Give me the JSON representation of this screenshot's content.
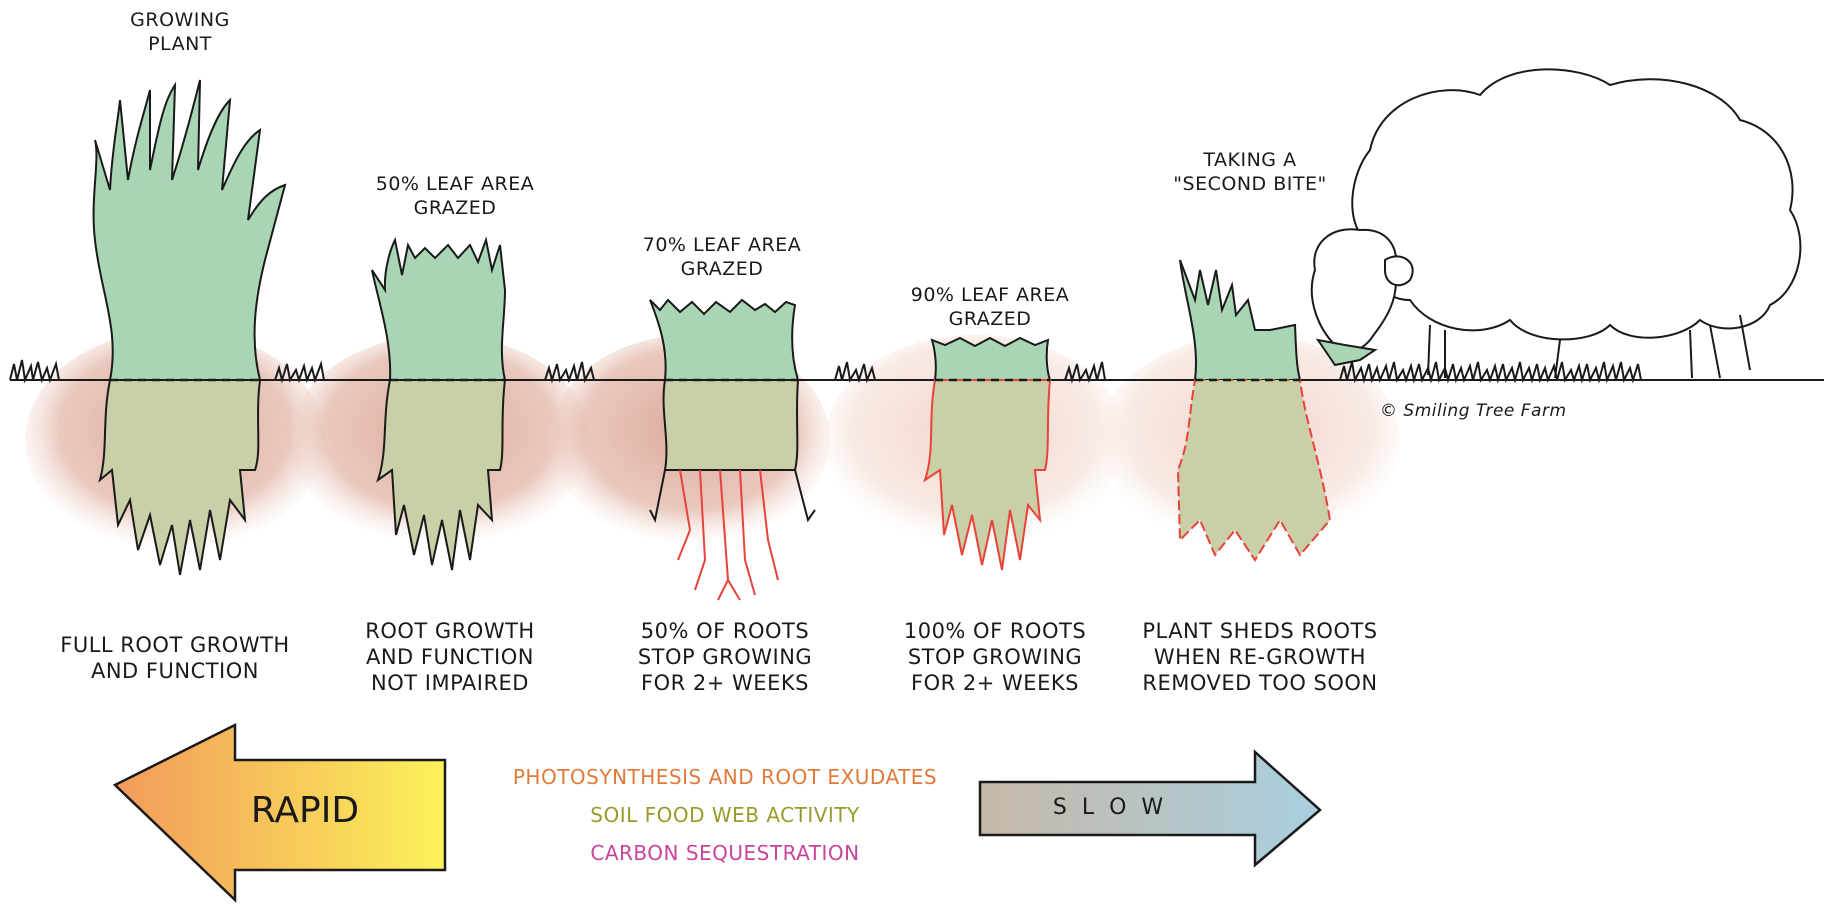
{
  "stages": [
    {
      "id": "growing",
      "top_label": "GROWING\nPLANT",
      "bottom_label": "FULL ROOT GROWTH\nAND FUNCTION"
    },
    {
      "id": "fifty",
      "top_label": "50% LEAF AREA\nGRAZED",
      "bottom_label": "ROOT GROWTH\nAND FUNCTION\nNOT IMPAIRED"
    },
    {
      "id": "seventy",
      "top_label": "70% LEAF AREA\nGRAZED",
      "bottom_label": "50% OF ROOTS\nSTOP GROWING\nFOR 2+ WEEKS"
    },
    {
      "id": "ninety",
      "top_label": "90% LEAF AREA\nGRAZED",
      "bottom_label": "100% OF ROOTS\nSTOP GROWING\nFOR 2+ WEEKS"
    },
    {
      "id": "second-bite",
      "top_label": "TAKING A\n\"SECOND BITE\"",
      "bottom_label": "PLANT SHEDS ROOTS\nWHEN RE-GROWTH\nREMOVED TOO SOON"
    }
  ],
  "credit": "© Smiling Tree Farm",
  "arrows": {
    "left": {
      "label": "RAPID",
      "color_start": "#f29a5b",
      "color_end": "#fbf25a"
    },
    "right": {
      "label": "S L O W",
      "color_start": "#c7b8a8",
      "color_end": "#a9cfe0"
    }
  },
  "effects": [
    {
      "text": "PHOTOSYNTHESIS AND ROOT EXUDATES",
      "color": "#e07a3a"
    },
    {
      "text": "SOIL FOOD WEB ACTIVITY",
      "color": "#9a9a2a"
    },
    {
      "text": "CARBON SEQUESTRATION",
      "color": "#c8449a"
    }
  ],
  "colors": {
    "leaf": "#a8d5b3",
    "root_fill": "#c9cfa6",
    "soil": "#dba99a",
    "healthy_root": "#222222",
    "dead_root": "#e8423a"
  }
}
